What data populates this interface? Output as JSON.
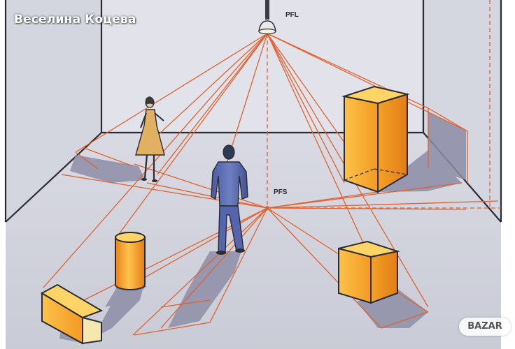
{
  "watermark": {
    "seller_name": "Веселина Коцева",
    "brand": "BAZAR"
  },
  "labels": {
    "ceiling_light": "PFL",
    "floor_point": "PFS"
  },
  "colors": {
    "ray": "#e0622e",
    "wall": "#dcdde6",
    "floor": "#d2d4de",
    "object": "#f7a12a"
  }
}
